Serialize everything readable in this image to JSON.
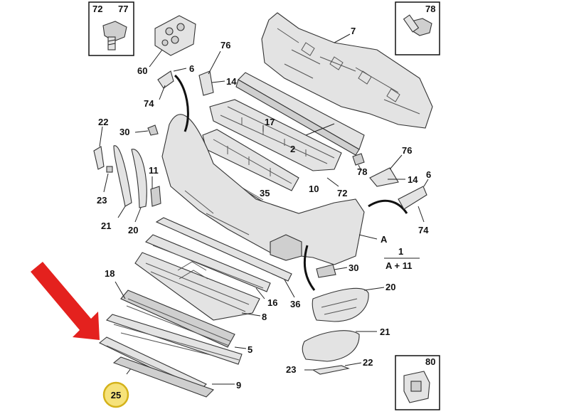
{
  "diagram": {
    "corner_boxes": [
      {
        "id": "box-tl",
        "labels": [
          "72",
          "77"
        ]
      },
      {
        "id": "box-tr",
        "labels": [
          "78"
        ]
      },
      {
        "id": "box-br",
        "labels": [
          "80"
        ]
      }
    ],
    "callouts": {
      "c60": "60",
      "c6a": "6",
      "c76a": "76",
      "c14a": "14",
      "c74a": "74",
      "c7": "7",
      "c22a": "22",
      "c30a": "30",
      "c17": "17",
      "c2": "2",
      "c76b": "76",
      "c78": "78",
      "c14b": "14",
      "c6b": "6",
      "c11": "11",
      "c10": "10",
      "c72": "72",
      "c35": "35",
      "c23a": "23",
      "c21a": "21",
      "c20a": "20",
      "c74b": "74",
      "cA": "A",
      "c1": "1",
      "cA11": "A + 11",
      "c30b": "30",
      "c18": "18",
      "c20b": "20",
      "c16": "16",
      "c36": "36",
      "c8": "8",
      "c21b": "21",
      "c5": "5",
      "c23b": "23",
      "c22b": "22",
      "c9": "9"
    },
    "highlight": {
      "label": "25",
      "ring_color": "#d4b21a",
      "fill_color": "#f6e27a"
    },
    "arrow_color": "#e4211e"
  }
}
